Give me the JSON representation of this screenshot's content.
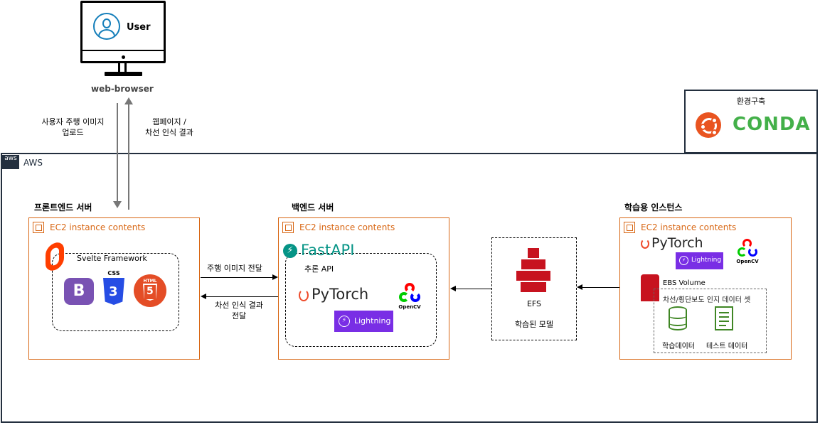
{
  "user": {
    "label": "User",
    "browser_label": "web-browser"
  },
  "flows": {
    "upload": [
      "사용자 주행 이미지",
      "업로드"
    ],
    "result": [
      "웹페이지 /",
      "차선 인식 결과"
    ],
    "to_backend": "주행 이미지 전달",
    "to_frontend": [
      "차선 인식 결과",
      "전달"
    ]
  },
  "env": {
    "title": "환경구축",
    "conda": "CONDA"
  },
  "aws": {
    "label": "AWS",
    "logo": "aws"
  },
  "frontend": {
    "title": "프론트엔드 서버",
    "ec2_label": "EC2 instance contents",
    "framework": "Svelte Framework",
    "icons": {
      "bootstrap": "B",
      "css": "CSS",
      "html": "HTML"
    }
  },
  "backend": {
    "title": "백엔드 서버",
    "ec2_label": "EC2 instance contents",
    "fastapi": "FastAPI",
    "api": "추론 API",
    "pytorch": "PyTorch",
    "lightning": "Lightning",
    "opencv": "OpenCV"
  },
  "efs": {
    "label": "EFS",
    "model": "학습된 모델"
  },
  "training": {
    "title": "학습용 인스턴스",
    "ec2_label": "EC2 instance contents",
    "pytorch": "PyTorch",
    "lightning": "Lightning",
    "opencv": "OpenCV",
    "ebs": "EBS Volume",
    "dataset": "차선/횡단보도 인지 데이터 셋",
    "train_data": "학습데이터",
    "test_data": "테스트 데이터"
  },
  "colors": {
    "aws_dark": "#232f3e",
    "ec2_orange": "#d86613",
    "ubuntu": "#e95420",
    "conda": "#43b049",
    "lightning": "#792ee5",
    "user_blue": "#147eba"
  }
}
